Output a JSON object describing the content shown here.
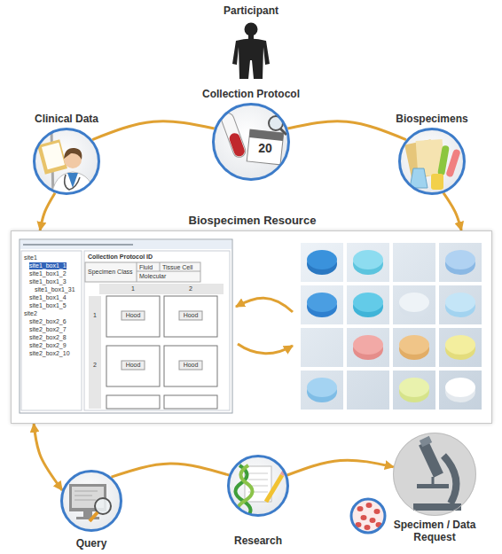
{
  "diagram": {
    "nodes": [
      {
        "text": [
          "Collection Protocol"
        ]
      },
      {
        "text": [
          "Clinical Data"
        ]
      },
      {
        "text": [
          "Biospecimens"
        ]
      },
      {
        "text": [
          "Biospecimen Resource"
        ]
      },
      {
        "text": [
          "Query"
        ]
      },
      {
        "text": [
          "Research"
        ]
      },
      {
        "text": [
          "Specimen / Data Request"
        ]
      }
    ],
    "edges": [
      {
        "from": 0,
        "to": 1,
        "arrow": "none"
      },
      {
        "from": 0,
        "to": 2,
        "arrow": "none"
      },
      {
        "from": 1,
        "to": 3,
        "arrow": "to"
      },
      {
        "from": 2,
        "to": 3,
        "arrow": "to"
      },
      {
        "from": 3,
        "to": 4,
        "arrow": "both"
      },
      {
        "from": 4,
        "to": 5,
        "arrow": "none"
      },
      {
        "from": 5,
        "to": 6,
        "arrow": "to"
      }
    ],
    "labels": [
      "Participant",
      "20",
      "site1",
      "site1_box1_1",
      "site1_box1_2",
      "site1_box1_3",
      "site1_box1_31",
      "site1_box1_4",
      "site1_box1_5",
      "site2",
      "site2_box2_6",
      "site2_box2_7",
      "site2_box2_8",
      "site2_box2_9",
      "site2_box2_10",
      "Collection Protocol ID",
      "Specimen Class",
      "Fluid",
      "Tissue Cell",
      "Molecular",
      "1",
      "2",
      "1",
      "2",
      "Hood",
      "Hood",
      "Hood",
      "Hood"
    ]
  }
}
